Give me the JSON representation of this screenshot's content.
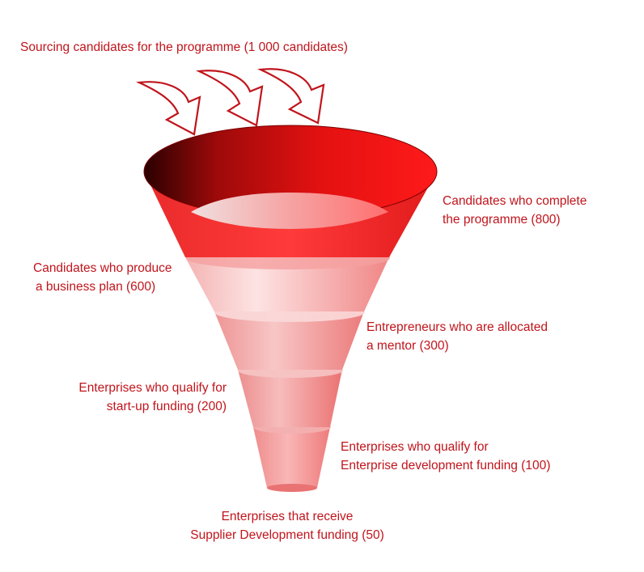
{
  "diagram": {
    "title": "Sourcing candidates for the programme (1 000 candidates)",
    "accent_color": "#c0151c",
    "funnel_color": "#e01818",
    "icon": "curved-arrow-icon",
    "stages": [
      {
        "line1": "Candidates who complete",
        "line2": "the  programme (800)"
      },
      {
        "line1": "Candidates who produce",
        "line2": "a business plan (600)"
      },
      {
        "line1": "Entrepreneurs who are allocated",
        "line2": "a mentor (300)"
      },
      {
        "line1": "Enterprises who qualify for",
        "line2": "start-up funding (200)"
      },
      {
        "line1": "Enterprises who qualify for",
        "line2": "Enterprise development funding (100)"
      },
      {
        "line1": "Enterprises that receive",
        "line2": "Supplier Development funding (50)"
      }
    ]
  }
}
